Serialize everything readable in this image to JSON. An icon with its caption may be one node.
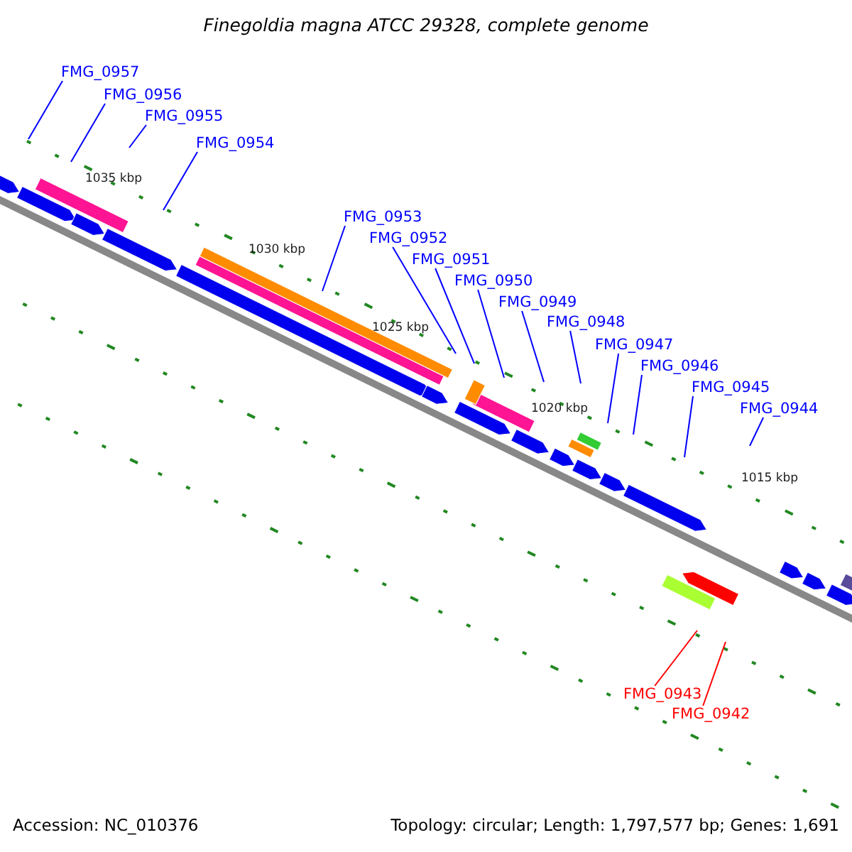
{
  "diagram": {
    "title": "Finegoldia magna ATCC 29328, complete genome",
    "nodes": [
      {
        "text": [
          "FMG_0957"
        ]
      },
      {
        "text": [
          "FMG_0956"
        ]
      },
      {
        "text": [
          "FMG_0955"
        ]
      },
      {
        "text": [
          "FMG_0954"
        ]
      },
      {
        "text": [
          "FMG_0953"
        ]
      },
      {
        "text": [
          "FMG_0952"
        ]
      },
      {
        "text": [
          "FMG_0951"
        ]
      },
      {
        "text": [
          "FMG_0950"
        ]
      },
      {
        "text": [
          "FMG_0949"
        ]
      },
      {
        "text": [
          "FMG_0948"
        ]
      },
      {
        "text": [
          "FMG_0947"
        ]
      },
      {
        "text": [
          "FMG_0946"
        ]
      },
      {
        "text": [
          "FMG_0945"
        ]
      },
      {
        "text": [
          "FMG_0944"
        ]
      },
      {
        "text": [
          "FMG_0943"
        ]
      },
      {
        "text": [
          "FMG_0942"
        ]
      }
    ],
    "edges": [
      {
        "from": 0,
        "to": null,
        "arrow": "none"
      },
      {
        "from": 1,
        "to": null,
        "arrow": "none"
      },
      {
        "from": 2,
        "to": null,
        "arrow": "none"
      },
      {
        "from": 3,
        "to": null,
        "arrow": "none"
      },
      {
        "from": 4,
        "to": null,
        "arrow": "none"
      },
      {
        "from": 5,
        "to": null,
        "arrow": "none"
      },
      {
        "from": 6,
        "to": null,
        "arrow": "none"
      },
      {
        "from": 7,
        "to": null,
        "arrow": "none"
      },
      {
        "from": 8,
        "to": null,
        "arrow": "none"
      },
      {
        "from": 9,
        "to": null,
        "arrow": "none"
      },
      {
        "from": 10,
        "to": null,
        "arrow": "none"
      },
      {
        "from": 11,
        "to": null,
        "arrow": "none"
      },
      {
        "from": 12,
        "to": null,
        "arrow": "none"
      },
      {
        "from": 13,
        "to": null,
        "arrow": "none"
      },
      {
        "from": 14,
        "to": null,
        "arrow": "none",
        "color": "#ff0000"
      },
      {
        "from": 15,
        "to": null,
        "arrow": "none",
        "color": "#ff0000"
      }
    ],
    "labels": [
      "1035 kbp",
      "1030 kbp",
      "1025 kbp",
      "1020 kbp",
      "1015 kbp",
      "Accession: NC_010376",
      "Topology: circular; Length: 1,797,577 bp; Genes: 1,691"
    ]
  }
}
